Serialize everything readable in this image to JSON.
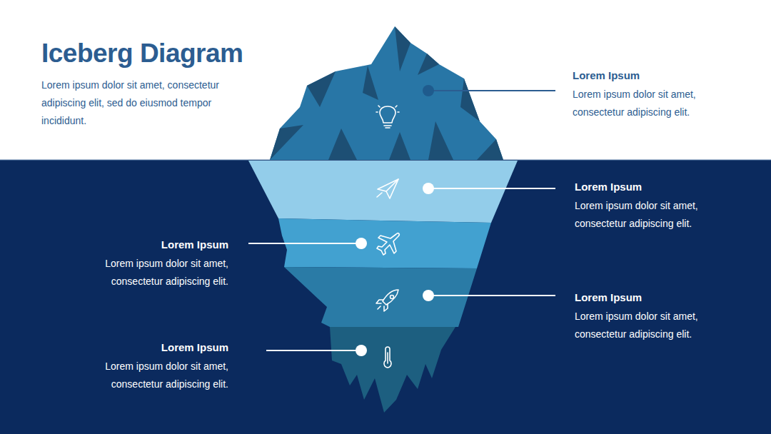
{
  "diagram": {
    "title": "Iceberg Diagram",
    "labels": [
      "Lorem ipsum dolor sit amet, consectetur adipiscing elit, sed do eiusmod tempor incididunt.",
      "Lorem Ipsum",
      "Lorem ipsum dolor sit amet, consectetur adipiscing elit.",
      "Lorem Ipsum",
      "Lorem ipsum dolor sit amet, consectetur adipiscing elit.",
      "Lorem Ipsum",
      "Lorem ipsum dolor sit amet, consectetur adipiscing elit.",
      "Lorem Ipsum",
      "Lorem ipsum dolor sit amet, consectetur adipiscing elit.",
      "Lorem Ipsum",
      "Lorem ipsum dolor sit amet, consectetur adipiscing elit."
    ]
  }
}
